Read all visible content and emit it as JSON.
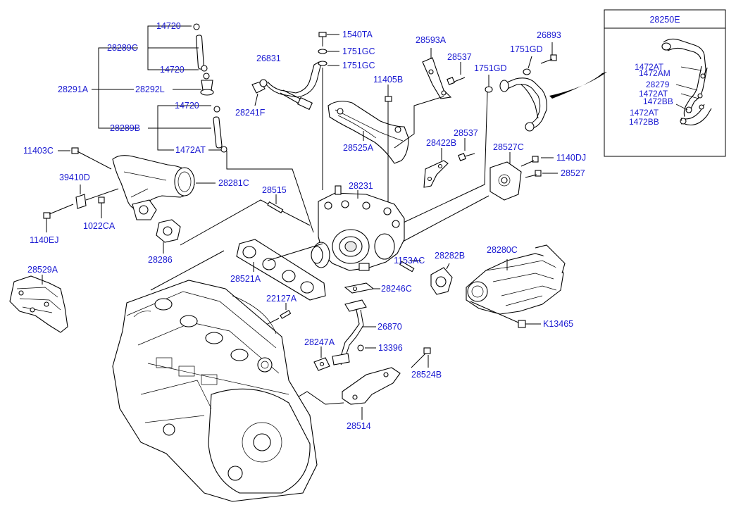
{
  "diagram": {
    "inset_title": "28250E",
    "labels": {
      "p14720a": "14720",
      "p28289C": "28289C",
      "p14720b": "14720",
      "p28291A": "28291A",
      "p28292L": "28292L",
      "p14720c": "14720",
      "p28289B": "28289B",
      "p1472ATa": "1472AT",
      "p1540TA": "1540TA",
      "p1751GCa": "1751GC",
      "p1751GCb": "1751GC",
      "p26831": "26831",
      "p28241F": "28241F",
      "p28593A": "28593A",
      "p28537a": "28537",
      "p11405B": "11405B",
      "p1751GDa": "1751GD",
      "p1751GDb": "1751GD",
      "p26893": "26893",
      "p28525A": "28525A",
      "p28537b": "28537",
      "p28422B": "28422B",
      "p28527C": "28527C",
      "p1140DJ": "1140DJ",
      "p28527": "28527",
      "p11403C": "11403C",
      "p39410D": "39410D",
      "p28281C": "28281C",
      "p28515": "28515",
      "p28231": "28231",
      "p1140EJ": "1140EJ",
      "p1022CA": "1022CA",
      "p28286": "28286",
      "p28529A": "28529A",
      "p28521A": "28521A",
      "p1153AC": "1153AC",
      "p28282B": "28282B",
      "p28280C": "28280C",
      "p28246C": "28246C",
      "p22127A": "22127A",
      "p26870": "26870",
      "pK13465": "K13465",
      "p28247A": "28247A",
      "p13396": "13396",
      "p28524B": "28524B",
      "p28514": "28514",
      "i1472ATa": "1472AT",
      "i1472AM": "1472AM",
      "i28279": "28279",
      "i1472ATb": "1472AT",
      "i1472BBa": "1472BB",
      "i1472ATc": "1472AT",
      "i1472BBb": "1472BB"
    }
  }
}
